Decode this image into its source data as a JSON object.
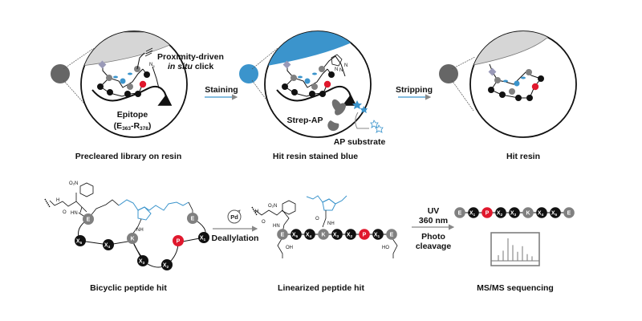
{
  "colors": {
    "resin_gray": "#666666",
    "resin_blue": "#3b94cc",
    "linker_blue": "#3b94cc",
    "proline_red": "#e0182d",
    "variable_black": "#111111",
    "fixed_gray": "#808080",
    "linker_square": "#9a9ab8",
    "bead_fill_gray": "#d9d9d9",
    "arrow_blue": "#3b94cc",
    "arrow_gray": "#888888"
  },
  "top_row": {
    "panels": [
      {
        "id": "precleared",
        "caption": "Precleared library on resin",
        "resin": "gray",
        "annotations": {
          "click_line1": "Proximity-driven",
          "click_line2_italic": "in situ",
          "click_line2_rest": " click",
          "azide": "N",
          "azide_sub": "3",
          "epitope_title": "Epitope",
          "epitope_range": {
            "open": "(E",
            "start_sub": "363",
            "dash": "-R",
            "end_sub": "378",
            "close": ")"
          }
        }
      },
      {
        "id": "stained",
        "caption": "Hit resin stained blue",
        "resin": "blue",
        "annotations": {
          "triazole_n1": "N",
          "triazole_n2": "N",
          "triazole_n3": "N",
          "enzyme": "Strep-AP",
          "substrate": "AP substrate"
        }
      },
      {
        "id": "hit",
        "caption": "Hit resin",
        "resin": "gray"
      }
    ],
    "arrows": [
      {
        "label": "Staining"
      },
      {
        "label": "Stripping"
      }
    ]
  },
  "bottom_row": {
    "bicyclic": {
      "caption": "Bicyclic peptide hit",
      "residues": [
        "E",
        "X5",
        "X4",
        "K",
        "X3",
        "X2",
        "P",
        "X1",
        "E"
      ],
      "chem_labels": {
        "no2": "O₂N",
        "nh": "H",
        "hn": "HN",
        "o": "O",
        "nh2": "NH",
        "n": "N"
      }
    },
    "deallylation": {
      "catalyst": "Pd",
      "label": "Deallylation"
    },
    "linearized": {
      "caption": "Linearized peptide hit",
      "sequence": [
        {
          "letter": "E",
          "sub": "",
          "type": "fixed"
        },
        {
          "letter": "X",
          "sub": "5",
          "type": "variable"
        },
        {
          "letter": "X",
          "sub": "4",
          "type": "variable"
        },
        {
          "letter": "K",
          "sub": "",
          "type": "fixed"
        },
        {
          "letter": "X",
          "sub": "3",
          "type": "variable"
        },
        {
          "letter": "X",
          "sub": "2",
          "type": "variable"
        },
        {
          "letter": "P",
          "sub": "",
          "type": "proline"
        },
        {
          "letter": "X",
          "sub": "1",
          "type": "variable"
        },
        {
          "letter": "E",
          "sub": "",
          "type": "fixed"
        }
      ],
      "chem_labels": {
        "oh_left": "OH",
        "oh_right": "HO",
        "o": "O",
        "nh": "NH",
        "hn": "HN",
        "h": "H",
        "no2": "O₂N"
      }
    },
    "photocleavage": {
      "above1": "UV",
      "above2": "360 nm",
      "below1": "Photo",
      "below2": "cleavage"
    },
    "msms": {
      "caption": "MS/MS sequencing",
      "sequence": [
        {
          "letter": "E",
          "sub": "",
          "type": "fixed"
        },
        {
          "letter": "X",
          "sub": "1",
          "type": "variable"
        },
        {
          "letter": "P",
          "sub": "",
          "type": "proline"
        },
        {
          "letter": "X",
          "sub": "2",
          "type": "variable"
        },
        {
          "letter": "X",
          "sub": "3",
          "type": "variable"
        },
        {
          "letter": "K",
          "sub": "",
          "type": "fixed"
        },
        {
          "letter": "X",
          "sub": "4",
          "type": "variable"
        },
        {
          "letter": "X",
          "sub": "5",
          "type": "variable"
        },
        {
          "letter": "E",
          "sub": "",
          "type": "fixed"
        }
      ],
      "spectrum_peaks_relative": [
        0.25,
        0.45,
        1.0,
        0.7,
        0.4,
        0.65,
        0.3,
        0.2
      ]
    }
  }
}
